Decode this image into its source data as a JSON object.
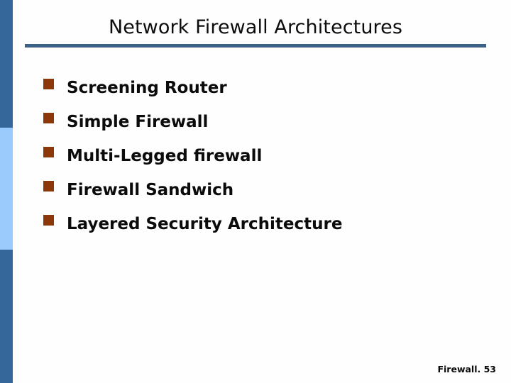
{
  "slide": {
    "title": "Network Firewall Architectures",
    "footer": "Firewall. 53",
    "background_color": "#fefefe"
  },
  "decor": {
    "stripe_top_color": "#36679b",
    "stripe_middle_color": "#9bcbfd",
    "stripe_bottom_color": "#36679b",
    "title_rule_color": "#3c6287",
    "bullet_marker_color": "#8c3709",
    "title_text_color": "#0c0c0c",
    "body_text_color": "#0b0b0b"
  },
  "bullets": [
    {
      "label": "Screening Router"
    },
    {
      "label": "Simple Firewall"
    },
    {
      "label": "Multi-Legged firewall"
    },
    {
      "label": "Firewall Sandwich"
    },
    {
      "label": "Layered Security Architecture"
    }
  ]
}
